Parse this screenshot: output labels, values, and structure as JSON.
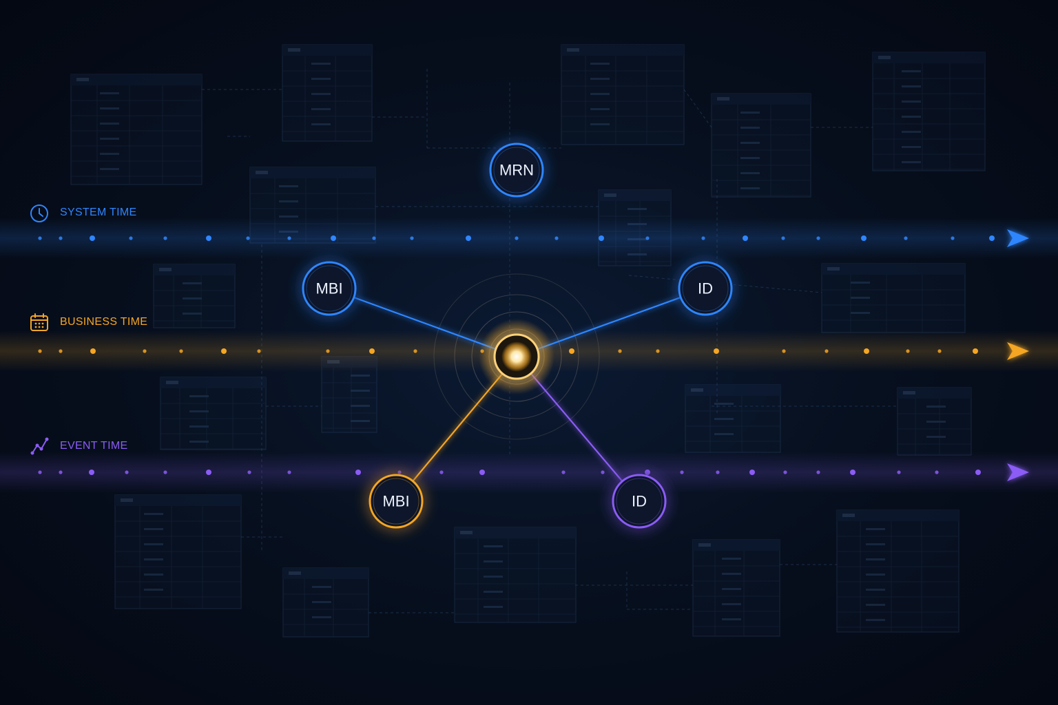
{
  "axes": [
    {
      "key": "system",
      "label": "SYSTEM TIME",
      "color": "#2f86ff",
      "icon": "clock-icon"
    },
    {
      "key": "business",
      "label": "BUSINESS TIME",
      "color": "#f5a623",
      "icon": "calendar-icon"
    },
    {
      "key": "event",
      "label": "EVENT TIME",
      "color": "#8b5cf6",
      "icon": "event-graph-icon"
    }
  ],
  "hub": {
    "color": "#ffd27a"
  },
  "nodes": [
    {
      "label": "MRN",
      "color": "#2f86ff"
    },
    {
      "label": "MBI",
      "color": "#2f86ff"
    },
    {
      "label": "ID",
      "color": "#2f86ff"
    },
    {
      "label": "MBI",
      "color": "#f5a623"
    },
    {
      "label": "ID",
      "color": "#8b5cf6"
    }
  ]
}
